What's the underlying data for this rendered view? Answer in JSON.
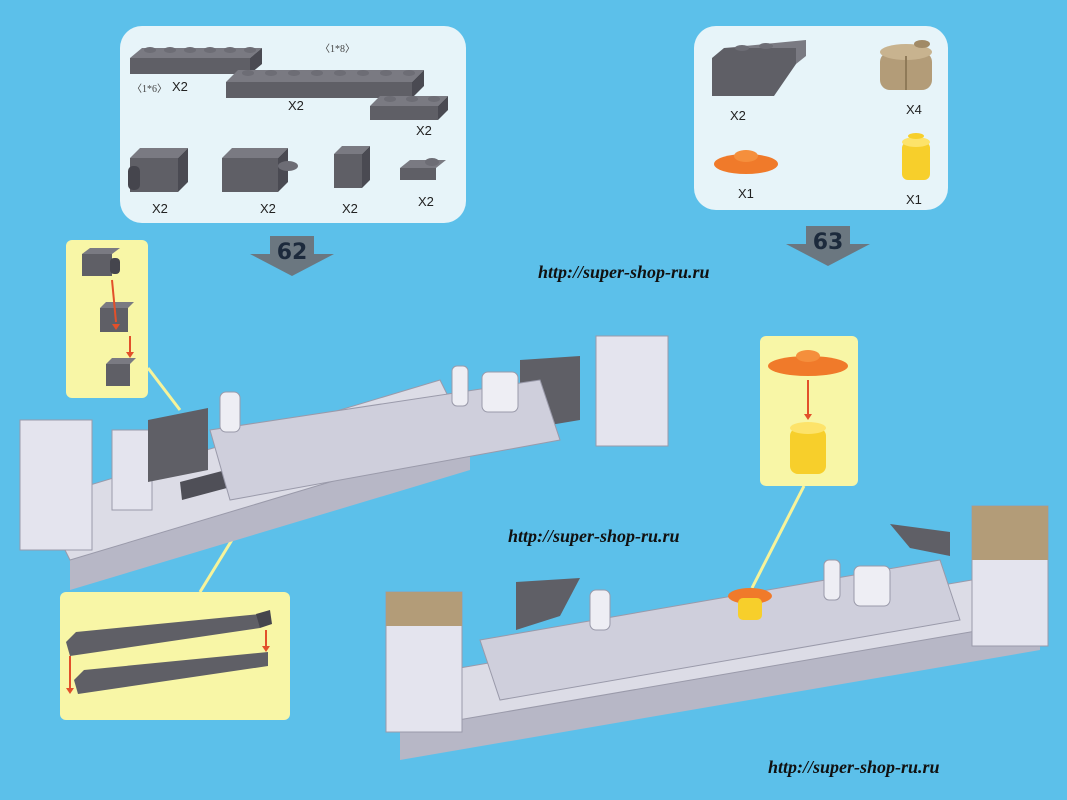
{
  "step_62": {
    "number": "62",
    "dim_long": "〈1*8〉",
    "dim_short": "〈1*6〉",
    "parts": [
      {
        "name": "plate-1x6",
        "qty": "X2"
      },
      {
        "name": "plate-1x8",
        "qty": "X2"
      },
      {
        "name": "plate-1x3",
        "qty": "X2"
      },
      {
        "name": "brick-1x2-clip",
        "qty": "X2"
      },
      {
        "name": "brick-1x2-round",
        "qty": "X2"
      },
      {
        "name": "brick-1x1",
        "qty": "X2"
      },
      {
        "name": "plate-clip",
        "qty": "X2"
      }
    ]
  },
  "step_63": {
    "number": "63",
    "parts": [
      {
        "name": "slope-gray",
        "qty": "X2"
      },
      {
        "name": "log-brick-tan",
        "qty": "X4"
      },
      {
        "name": "dish-orange",
        "qty": "X1"
      },
      {
        "name": "round-brick-yellow",
        "qty": "X1"
      }
    ]
  },
  "watermarks": {
    "top": "http://super-shop-ru.ru",
    "middle": "http://super-shop-ru.ru",
    "bottom": "http://super-shop-ru.ru"
  },
  "colors": {
    "background": "#5cc0ea",
    "dark_gray": "#5f5f66",
    "light_gray": "#dcdce6",
    "tan": "#b39c78",
    "orange": "#f07a2a",
    "yellow": "#f7cf2b",
    "callout": "#f8f6a6",
    "arrow": "#e2502a"
  }
}
